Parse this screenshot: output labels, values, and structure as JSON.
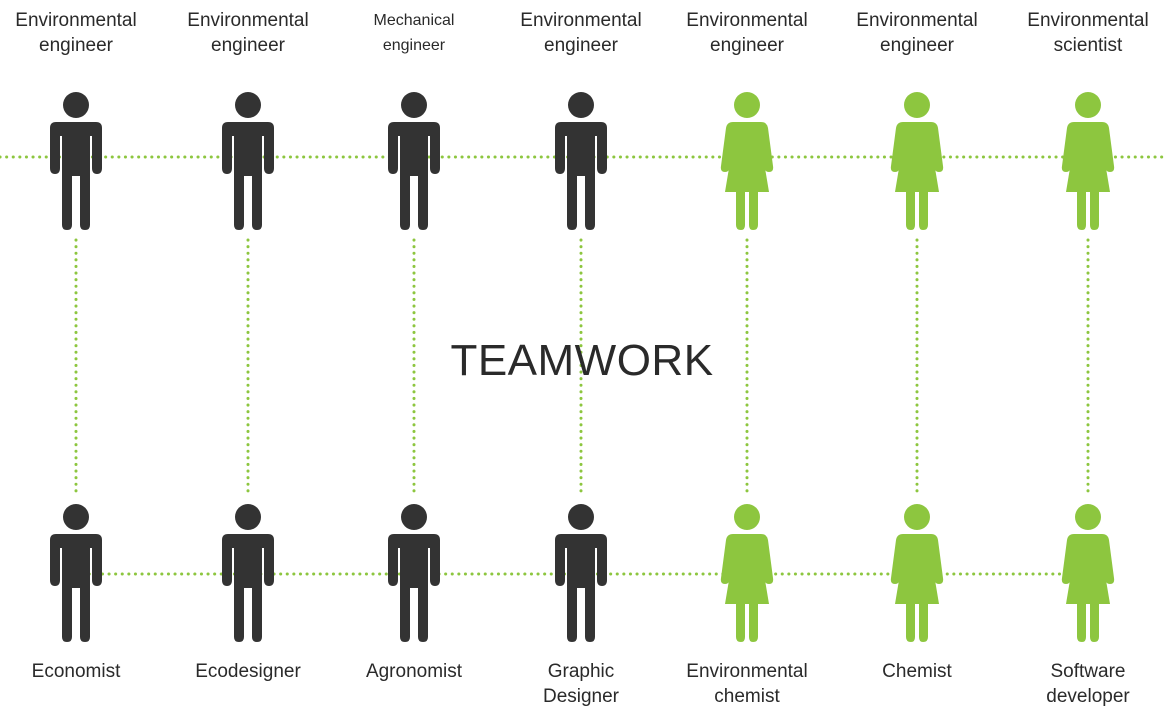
{
  "title": "TEAMWORK",
  "colors": {
    "male": "#333333",
    "female": "#8DC63F",
    "connector": "#8DC63F"
  },
  "top_row": [
    {
      "line1": "Environmental",
      "line2": "engineer",
      "figure": "male-figure-icon"
    },
    {
      "line1": "Environmental",
      "line2": "engineer",
      "figure": "male-figure-icon"
    },
    {
      "line1": "Mechanical",
      "line2": "engineer",
      "figure": "male-figure-icon"
    },
    {
      "line1": "Environmental",
      "line2": "engineer",
      "figure": "male-figure-icon"
    },
    {
      "line1": "Environmental",
      "line2": "engineer",
      "figure": "female-figure-icon"
    },
    {
      "line1": "Environmental",
      "line2": "engineer",
      "figure": "female-figure-icon"
    },
    {
      "line1": "Environmental",
      "line2": "scientist",
      "figure": "female-figure-icon"
    }
  ],
  "bottom_row": [
    {
      "line1": "Economist",
      "line2": "",
      "figure": "male-figure-icon"
    },
    {
      "line1": "Ecodesigner",
      "line2": "",
      "figure": "male-figure-icon"
    },
    {
      "line1": "Agronomist",
      "line2": "",
      "figure": "male-figure-icon"
    },
    {
      "line1": "Graphic",
      "line2": "Designer",
      "figure": "male-figure-icon"
    },
    {
      "line1": "Environmental",
      "line2": "chemist",
      "figure": "female-figure-icon"
    },
    {
      "line1": "Chemist",
      "line2": "",
      "figure": "female-figure-icon"
    },
    {
      "line1": "Software",
      "line2": "developer",
      "figure": "female-figure-icon"
    }
  ]
}
